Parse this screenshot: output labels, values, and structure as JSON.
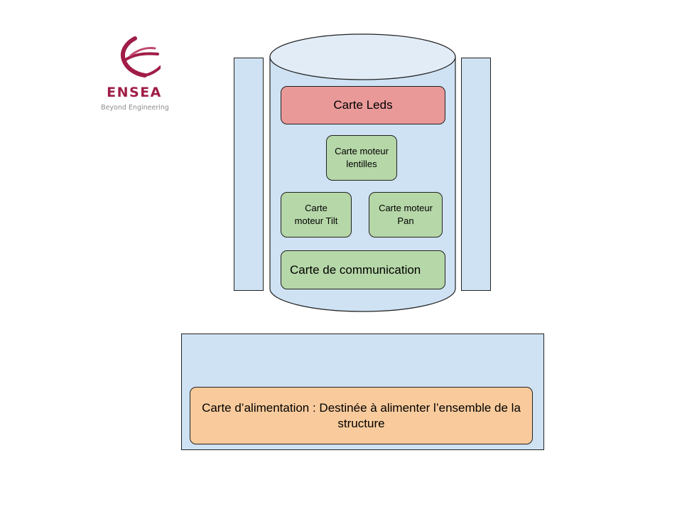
{
  "logo": {
    "name": "ENSEA",
    "tagline": "Beyond Engineering",
    "color": "#a01d47"
  },
  "diagram": {
    "colors": {
      "structure_fill": "#cfe2f3",
      "cylinder_top": "#e1ecf7",
      "leds_fill": "#ea9999",
      "motor_fill": "#b6d7a8",
      "power_fill": "#f9cb9c",
      "outline": "#222222"
    },
    "boards": {
      "leds": "Carte Leds",
      "lens_motor": "Carte moteur lentilles",
      "tilt_motor": "Carte moteur Tilt",
      "pan_motor": "Carte moteur Pan",
      "communication": "Carte de communication",
      "power": "Carte d’alimentation : Destinée à alimenter l’ensemble de la structure"
    }
  }
}
